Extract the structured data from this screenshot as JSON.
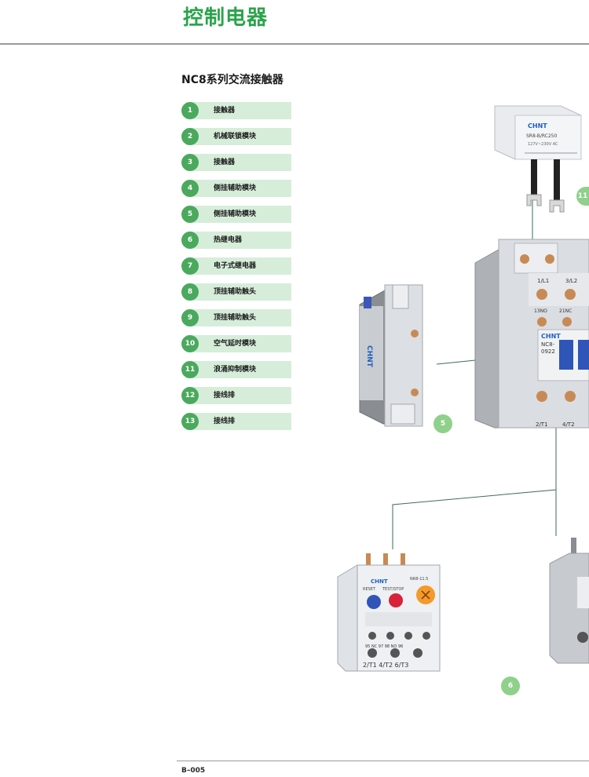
{
  "header": {
    "title": "控制电器"
  },
  "section": {
    "title": "NC8系列交流接触器"
  },
  "legend": [
    {
      "num": "1",
      "label": "接触器"
    },
    {
      "num": "2",
      "label": "机械联锁模块"
    },
    {
      "num": "3",
      "label": "接触器"
    },
    {
      "num": "4",
      "label": "侧挂辅助模块"
    },
    {
      "num": "5",
      "label": "侧挂辅助模块"
    },
    {
      "num": "6",
      "label": "热继电器"
    },
    {
      "num": "7",
      "label": "电子式继电器"
    },
    {
      "num": "8",
      "label": "顶挂辅助触头"
    },
    {
      "num": "9",
      "label": "顶挂辅助触头"
    },
    {
      "num": "10",
      "label": "空气延时模块"
    },
    {
      "num": "11",
      "label": "浪涌抑制模块"
    },
    {
      "num": "12",
      "label": "接线排"
    },
    {
      "num": "13",
      "label": "接线排"
    }
  ],
  "callouts": [
    "5",
    "6",
    "11"
  ],
  "product_labels": {
    "surge_brand": "CHNT",
    "surge_model": "SR8-B/RC250",
    "surge_voltage": "127V~230V AC",
    "aux_brand": "CHNT",
    "contactor_brand": "CHNT",
    "contactor_model": "NC8-",
    "contactor_code": "0922",
    "contactor_terminal_l1": "1/L1",
    "contactor_terminal_l2": "3/L2",
    "contactor_terminal_13": "13NO",
    "contactor_terminal_21": "21NC",
    "contactor_terminal_t1": "2/T1",
    "contactor_terminal_t2": "4/T2",
    "relay_brand": "CHNT",
    "relay_model": "NR8-11.5",
    "relay_reset": "RESET",
    "relay_test": "TEST/STOP",
    "relay_terminals": "2/T1  4/T2  6/T3",
    "relay_contacts": "95  NC  97    98  NO  96"
  },
  "colors": {
    "brand_green": "#2aa44a",
    "legend_fill": "#d6edda",
    "badge_green": "#4aa95d",
    "callout_green": "#8fd08a"
  },
  "footer": {
    "page": "B–005"
  }
}
